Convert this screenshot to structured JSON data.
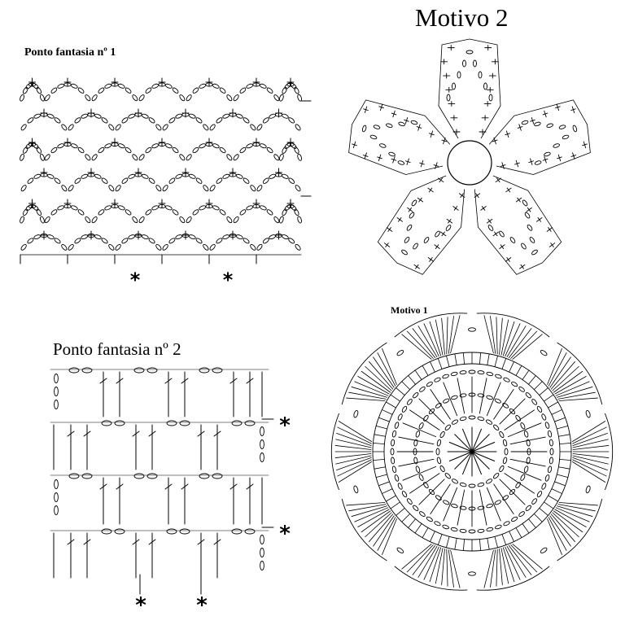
{
  "labels": {
    "pattern1_title": "Ponto fantasia nº 1",
    "motif2_title": "Motivo 2",
    "pattern2_title": "Ponto fantasia nº 2",
    "motif1_title": "Motivo 1"
  },
  "repeat_marker": "*",
  "colors": {
    "ink": "#000000",
    "paper": "#ffffff"
  }
}
